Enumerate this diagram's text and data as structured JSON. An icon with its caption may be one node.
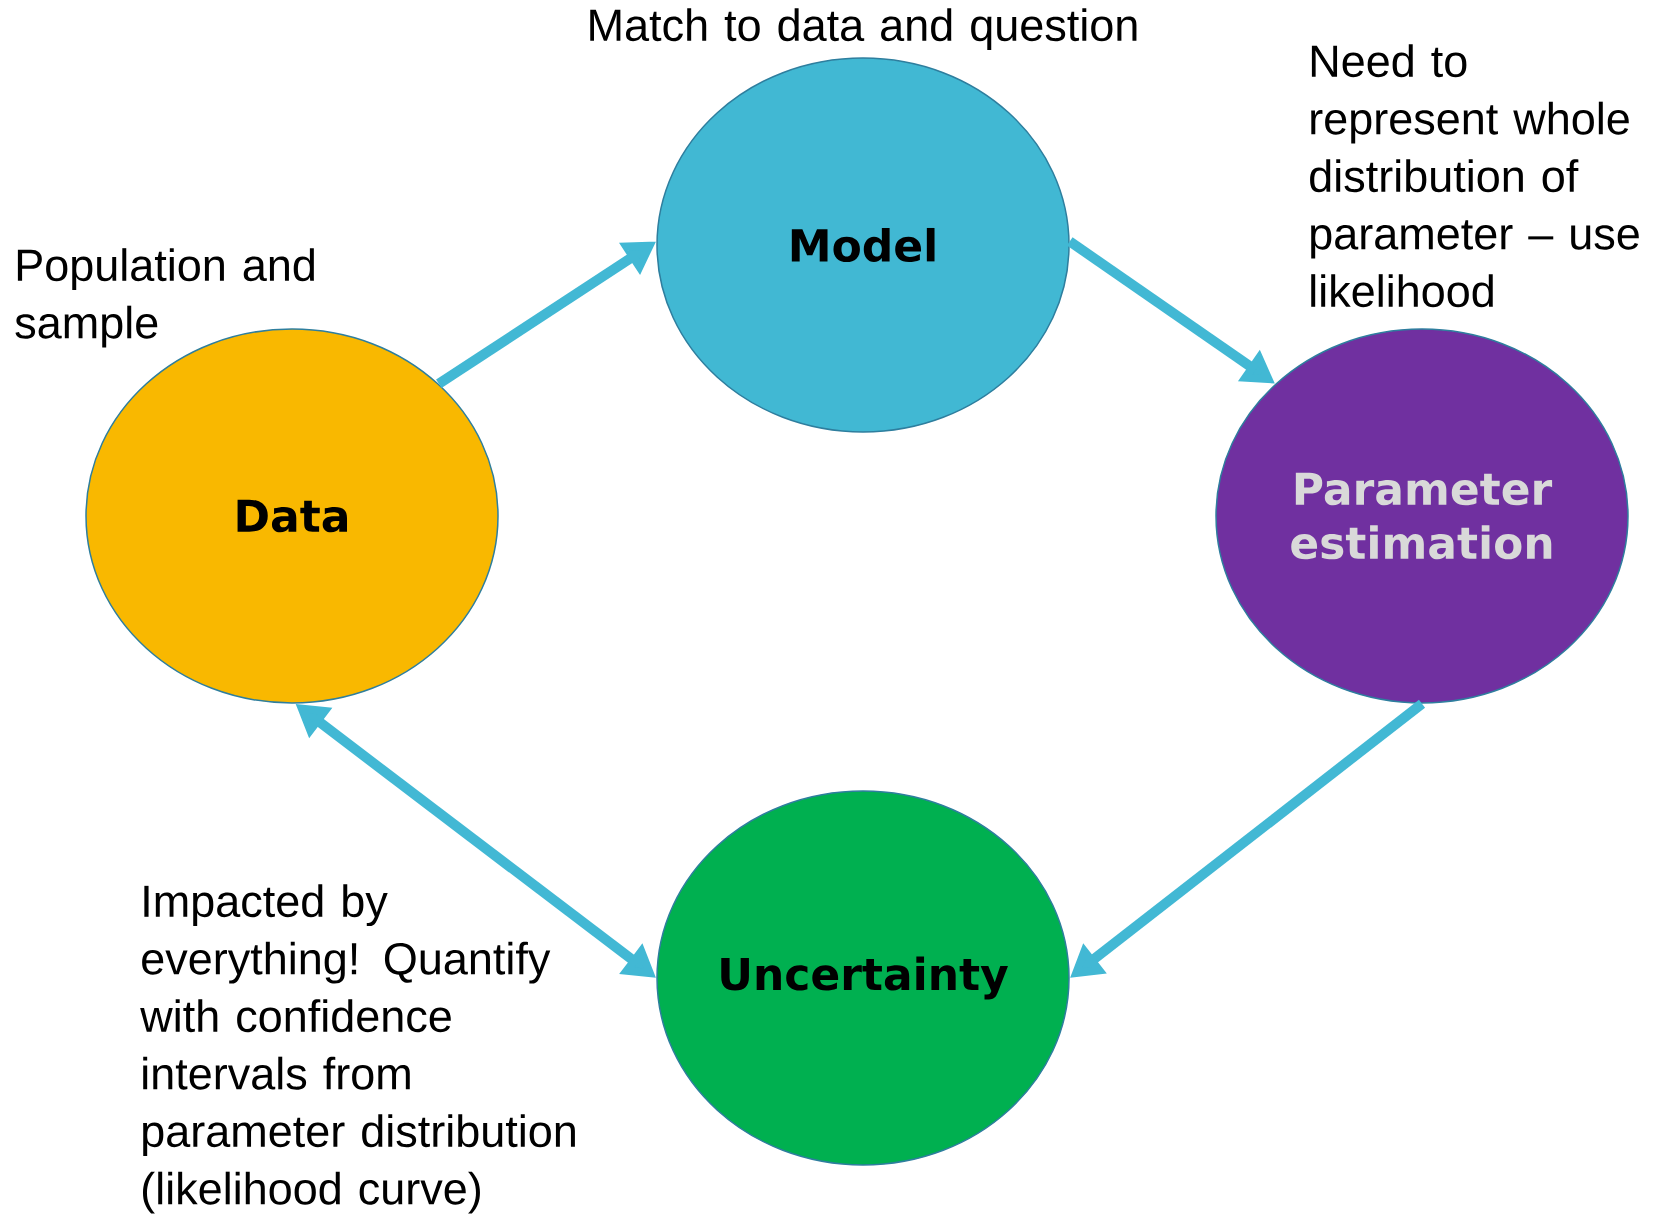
{
  "diagram": {
    "nodes": [
      {
        "text": [
          "Data"
        ],
        "beside": [
          "Population and sample"
        ]
      },
      {
        "text": [
          "Model"
        ],
        "beside": [
          "Match to data and question"
        ]
      },
      {
        "text": [
          "Parameter estimation"
        ],
        "beside": [
          "Need to represent whole distribution of parameter – use likelihood"
        ]
      },
      {
        "text": [
          "Uncertainty"
        ],
        "beside": [
          "Impacted by everything! Quantify with confidence intervals from parameter distribution (likelihood curve)"
        ]
      }
    ],
    "edges": [
      {
        "from": 0,
        "to": 1,
        "arrow": "to"
      },
      {
        "from": 1,
        "to": 2,
        "arrow": "to"
      },
      {
        "from": 2,
        "to": 3,
        "arrow": "to"
      },
      {
        "from": 3,
        "to": 0,
        "arrow": "both"
      }
    ]
  }
}
